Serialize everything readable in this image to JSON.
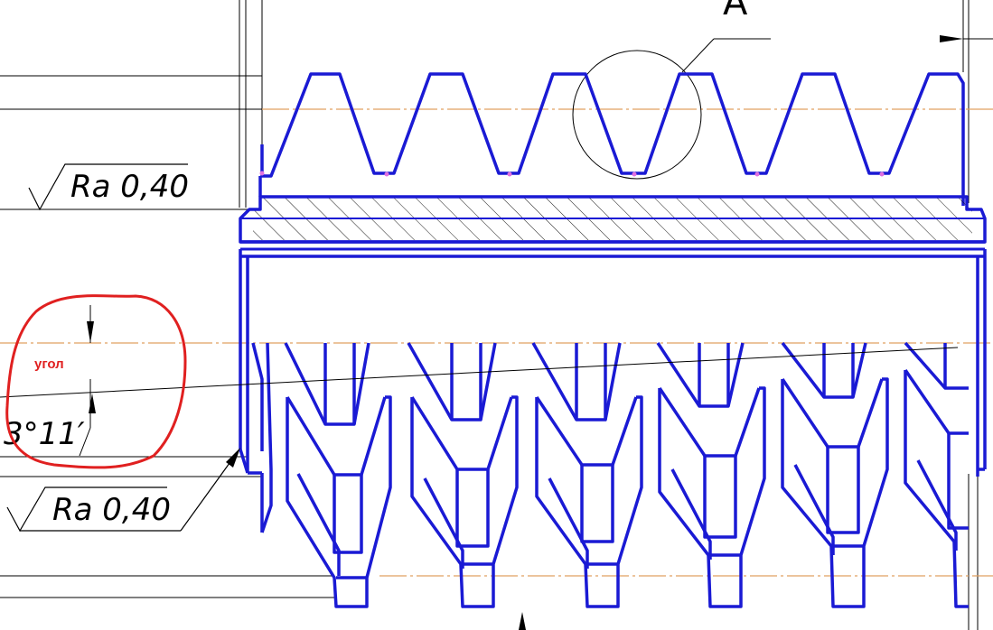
{
  "drawing": {
    "view_label": "A",
    "roughness_top": "Ra 0,40",
    "roughness_bottom": "Ra 0,40",
    "angle_value": "3°11′",
    "annotation": "угол"
  },
  "colors": {
    "part_outline": "#1a1ad4",
    "centerline": "#e0a060",
    "dimension": "#000000",
    "markup": "#e02020",
    "point_marker": "#e070e0"
  }
}
